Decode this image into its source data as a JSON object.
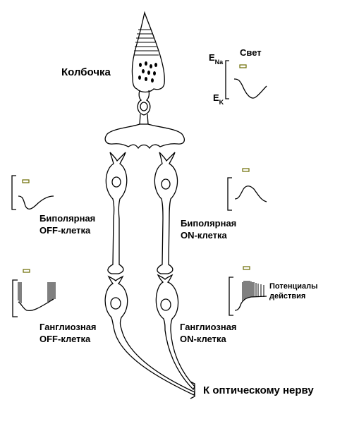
{
  "labels": {
    "cone": "Колбочка",
    "light": "Свет",
    "e_na": "E",
    "e_na_sub": "Na",
    "e_k": "E",
    "e_k_sub": "K",
    "bipolar_off_line1": "Биполярная",
    "bipolar_off_line2": "OFF-клетка",
    "bipolar_on_line1": "Биполярная",
    "bipolar_on_line2": "ON-клетка",
    "ganglion_off_line1": "Ганглиозная",
    "ganglion_off_line2": "OFF-клетка",
    "ganglion_on_line1": "Ганглиозная",
    "ganglion_on_line2": "ON-клетка",
    "action_potentials_line1": "Потенциалы",
    "action_potentials_line2": "действия",
    "optic_nerve": "К оптическому нерву"
  },
  "colors": {
    "off_cell_fill": "#f7ecd8",
    "on_cell_fill": "#f0a9b3",
    "outline": "#000000",
    "stimulus_mark": "#6b6b00"
  },
  "icons": [
    "stimulus-marker-icon"
  ]
}
